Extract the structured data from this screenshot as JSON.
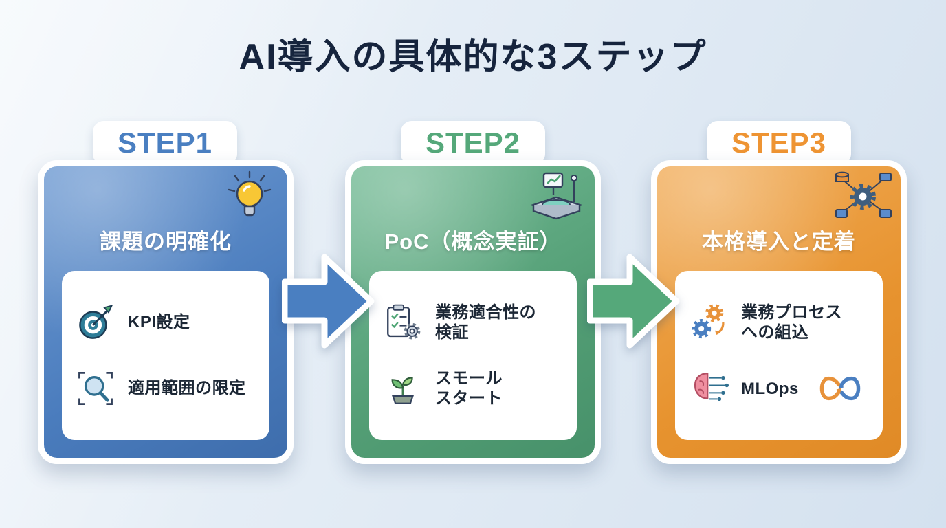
{
  "title": "AI導入の具体的な3ステップ",
  "colors": {
    "background": "#e3ecf5",
    "title_text": "#16243d",
    "step1_accent": "#4a7fc1",
    "step2_accent": "#55a87a",
    "step3_accent": "#ee9433",
    "card_title_text": "#ffffff",
    "item_text": "#1c2735"
  },
  "steps": [
    {
      "step_label": "STEP1",
      "accent_color": "#4a7fc1",
      "card_title": "課題の明確化",
      "corner_icon": "lightbulb-icon",
      "items": [
        {
          "icon": "target-icon",
          "label": "KPI設定"
        },
        {
          "icon": "magnifier-scope-icon",
          "label": "適用範囲の限定"
        }
      ]
    },
    {
      "step_label": "STEP2",
      "accent_color": "#55a87a",
      "card_title": "PoC（概念実証）",
      "corner_icon": "poc-platform-icon",
      "items": [
        {
          "icon": "clipboard-check-gear-icon",
          "label": "業務適合性の\n検証"
        },
        {
          "icon": "sprout-icon",
          "label": "スモール\nスタート"
        }
      ]
    },
    {
      "step_label": "STEP3",
      "accent_color": "#ee9433",
      "card_title": "本格導入と定着",
      "corner_icon": "network-gear-icon",
      "items": [
        {
          "icon": "gears-cycle-icon",
          "label": "業務プロセス\nへの組込"
        },
        {
          "icon": "brain-circuit-icon",
          "label": "MLOps",
          "suffix_icon": "infinity-loop-icon"
        }
      ]
    }
  ],
  "arrows": [
    {
      "name": "arrow-step1-step2",
      "color": "#4a7fc1"
    },
    {
      "name": "arrow-step2-step3",
      "color": "#55a87a"
    }
  ]
}
